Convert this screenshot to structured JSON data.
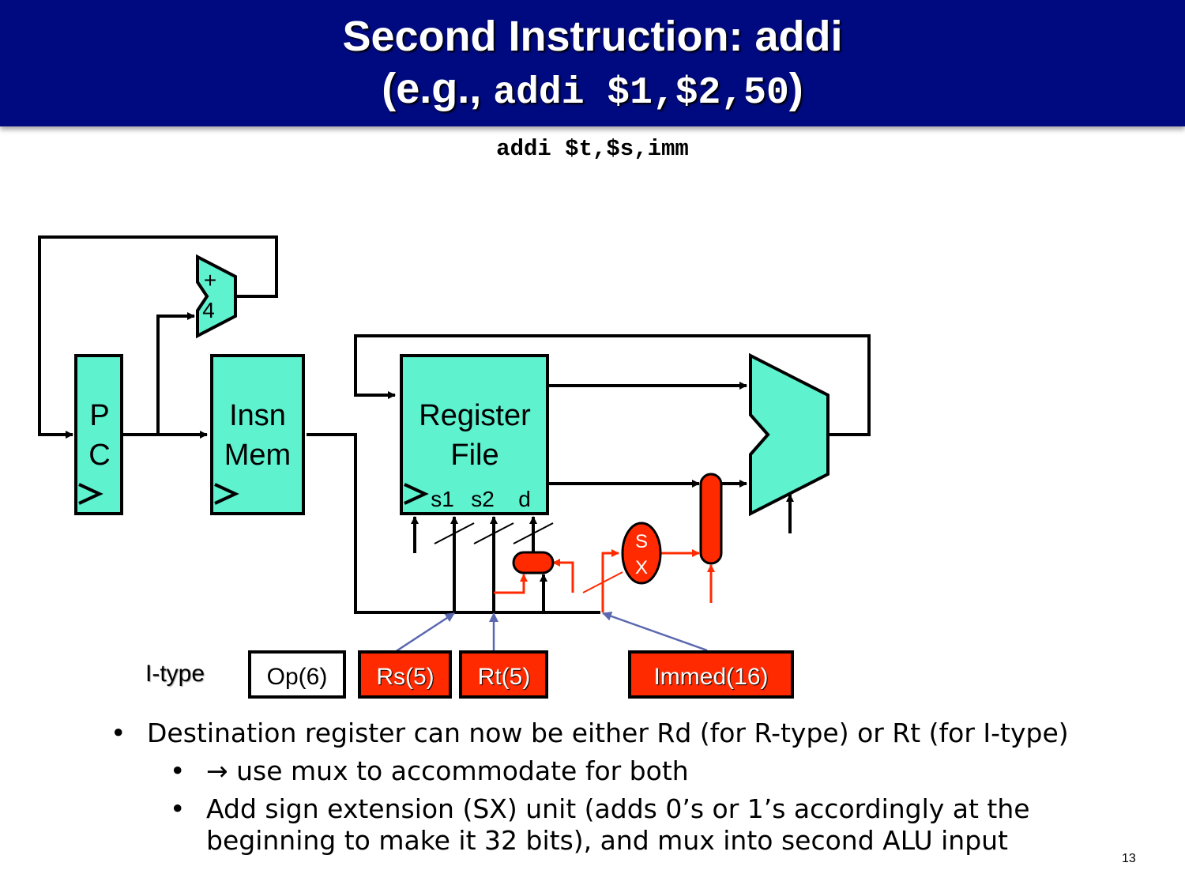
{
  "title": {
    "line1": "Second Instruction: addi",
    "line2_prefix": "(e.g., ",
    "line2_code": "addi $1,$2,50",
    "line2_suffix": ")"
  },
  "syntax": "addi $t,$s,imm",
  "diagram": {
    "adder_plus": "+",
    "adder_four": "4",
    "pc_line1": "P",
    "pc_line2": "C",
    "insn_mem_line1": "Insn",
    "insn_mem_line2": "Mem",
    "regfile_line1": "Register",
    "regfile_line2": "File",
    "port_s1": "s1",
    "port_s2": "s2",
    "port_d": "d",
    "sx_line1": "S",
    "sx_line2": "X",
    "format_label": "I-type",
    "fields": [
      "Op(6)",
      "Rs(5)",
      "Rt(5)",
      "Immed(16)"
    ],
    "colors": {
      "block_fill": "#5ef2cf",
      "new_hardware": "#ff2a00",
      "field_arrow": "#5a68b0",
      "header_bg": "#000a80"
    }
  },
  "bullets": [
    "Destination register can now be either Rd (for R-type) or Rt (for I-type)",
    "→ use mux to accommodate for both",
    "Add sign extension (SX) unit (adds 0’s or 1’s accordingly at the beginning to make it 32 bits), and mux into second ALU input"
  ],
  "bullet_marker": "•",
  "page_number": "13"
}
